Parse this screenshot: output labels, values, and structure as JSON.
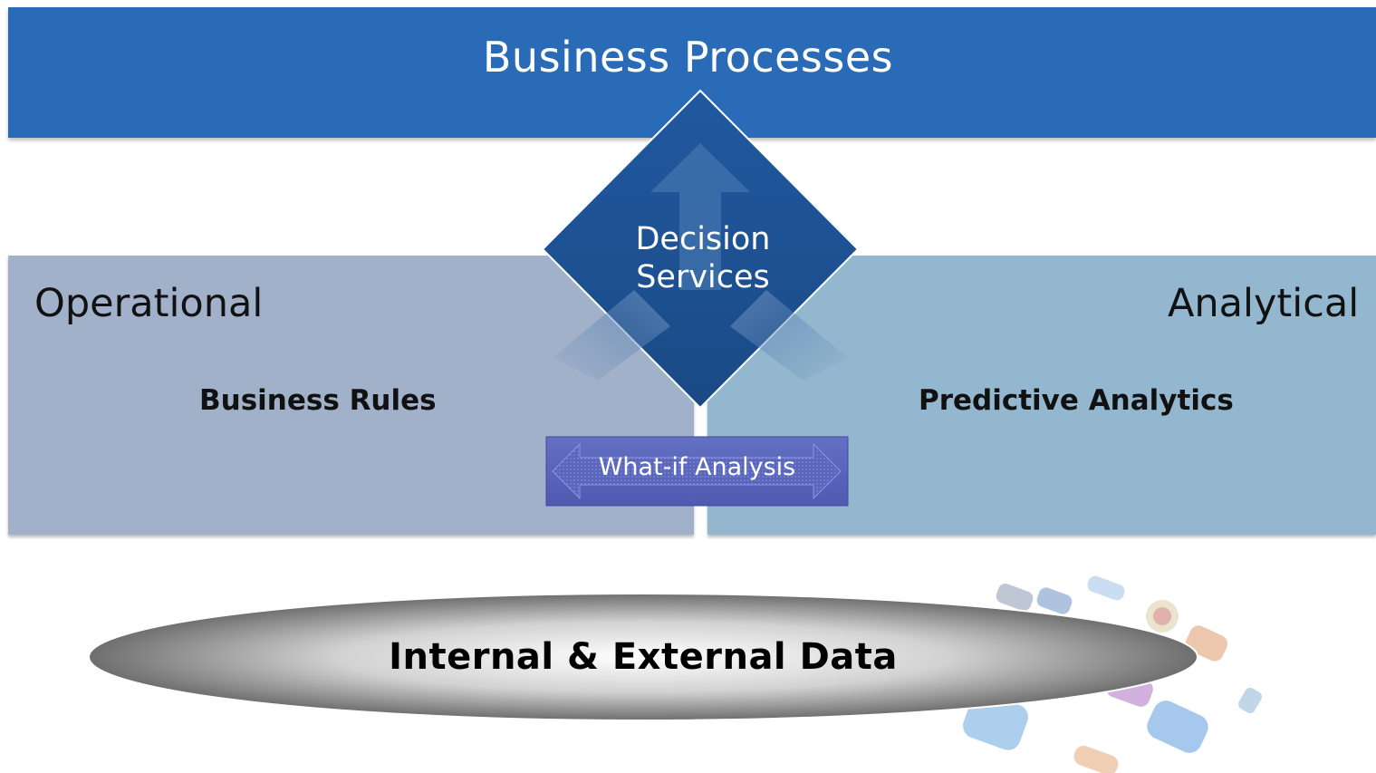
{
  "banner": {
    "title": "Business Processes",
    "color": "#2a6bb8"
  },
  "decision": {
    "line1": "Decision",
    "line2": "Services",
    "color": "#1f4f8c"
  },
  "operational": {
    "title": "Operational",
    "subtitle": "Business Rules",
    "color": "#a1b1c9"
  },
  "analytical": {
    "title": "Analytical",
    "subtitle": "Predictive Analytics",
    "color": "#93b7ce"
  },
  "whatif": {
    "label": "What-if Analysis",
    "color": "#5b66bd"
  },
  "data": {
    "label": "Internal & External Data"
  },
  "icons": [
    "app-icons-cluster"
  ]
}
